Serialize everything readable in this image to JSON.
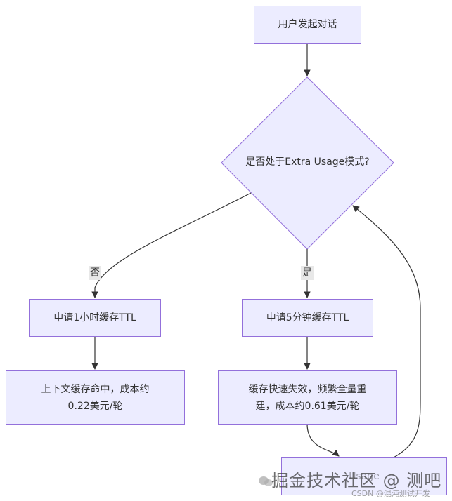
{
  "nodes": {
    "start": "用户发起对话",
    "decision": "是否处于Extra Usage模式?",
    "ttl_1h": "申请1小时缓存TTL",
    "result_1h_line1": "上下文缓存命中，成本约",
    "result_1h_line2": "0.22美元/轮",
    "ttl_5m": "申请5分钟缓存TTL",
    "result_5m_line1": "缓存快速失效，频繁全量重",
    "result_5m_line2": "建，成本约0.61美元/轮",
    "bottom_partial": "Usage"
  },
  "edge_labels": {
    "no": "否",
    "yes": "是"
  },
  "watermarks": {
    "primary": "掘金技术社区 @ 测吧",
    "secondary": "CSDN @混沌测试开发"
  },
  "colors": {
    "node_fill": "#ececff",
    "node_border": "#9370db",
    "edge": "#333333"
  }
}
